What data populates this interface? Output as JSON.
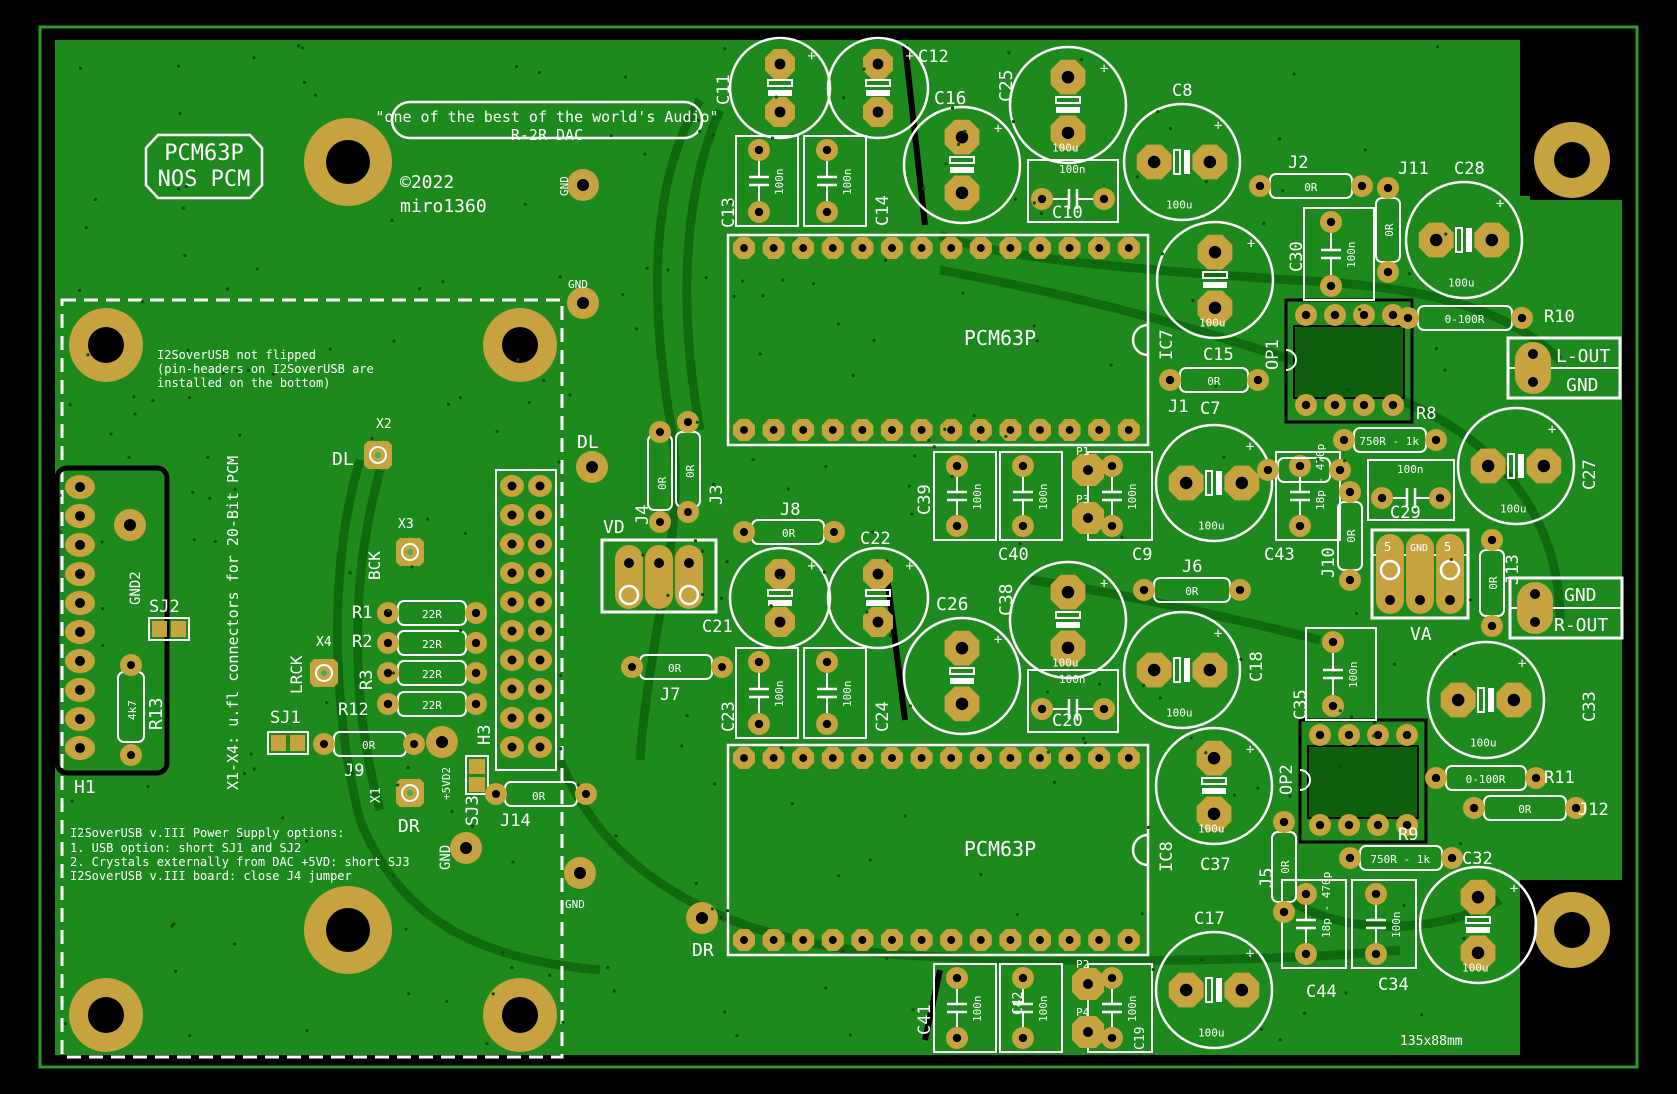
{
  "colors": {
    "background": "#000000",
    "board": "#1e8a1e",
    "board_dark": "#0d5e0d",
    "trace": "#0f6a0f",
    "copper": "#c7a340",
    "copper_edge": "#8a6a1a",
    "silkscreen": "#ffffff",
    "outline": "#2a9a2a"
  },
  "board": {
    "title_line1": "PCM63P",
    "title_line2": "NOS PCM",
    "slogan_line1": "\"one of the best of the world's Audio\"",
    "slogan_line2": "R-2R DAC",
    "copyright": "©2022",
    "author": "miro1360",
    "size": "135x88mm"
  },
  "notes": {
    "flip_line1": "I2SoverUSB not flipped",
    "flip_line2": "(pin-headers on I2SoverUSB are",
    "flip_line3": "installed on the bottom)",
    "ufl_note": "X1-X4: u.fl connectors for 20-Bit PCM",
    "power_line1": "I2SoverUSB v.III Power Supply options:",
    "power_line2": "1. USB option: short SJ1 and SJ2",
    "power_line3": "2. Crystals externally from DAC +5VD: short SJ3",
    "power_line4": "I2SoverUSB v.III board: close J4 jumper"
  },
  "ics": [
    {
      "ref": "IC7",
      "part": "PCM63P"
    },
    {
      "ref": "IC8",
      "part": "PCM63P"
    },
    {
      "ref": "OP1",
      "part": ""
    },
    {
      "ref": "OP2",
      "part": ""
    }
  ],
  "capacitors": [
    {
      "ref": "C11",
      "value": ""
    },
    {
      "ref": "C12",
      "value": ""
    },
    {
      "ref": "C16",
      "value": ""
    },
    {
      "ref": "C25",
      "value": "100u"
    },
    {
      "ref": "C8",
      "value": "100u"
    },
    {
      "ref": "C13",
      "value": "100n"
    },
    {
      "ref": "C14",
      "value": "100n"
    },
    {
      "ref": "C10",
      "value": "100n"
    },
    {
      "ref": "C15",
      "value": "100u"
    },
    {
      "ref": "C30",
      "value": "100n"
    },
    {
      "ref": "C28",
      "value": "100u"
    },
    {
      "ref": "C7",
      "value": "100u"
    },
    {
      "ref": "C27",
      "value": "100u"
    },
    {
      "ref": "C29",
      "value": "100n"
    },
    {
      "ref": "C39",
      "value": "100n"
    },
    {
      "ref": "C40",
      "value": "100n"
    },
    {
      "ref": "C9",
      "value": "100n"
    },
    {
      "ref": "C43",
      "value": "18p - 470p"
    },
    {
      "ref": "C21",
      "value": ""
    },
    {
      "ref": "C22",
      "value": ""
    },
    {
      "ref": "C26",
      "value": ""
    },
    {
      "ref": "C38",
      "value": "100u"
    },
    {
      "ref": "C18",
      "value": "100u"
    },
    {
      "ref": "C23",
      "value": "100n"
    },
    {
      "ref": "C24",
      "value": "100n"
    },
    {
      "ref": "C20",
      "value": "100n"
    },
    {
      "ref": "C35",
      "value": "100n"
    },
    {
      "ref": "C33",
      "value": "100u"
    },
    {
      "ref": "C37",
      "value": "100u"
    },
    {
      "ref": "C32",
      "value": "100u"
    },
    {
      "ref": "C17",
      "value": "100u"
    },
    {
      "ref": "C41",
      "value": "100n"
    },
    {
      "ref": "C42",
      "value": "100n"
    },
    {
      "ref": "C19",
      "value": "100n"
    },
    {
      "ref": "C44",
      "value": "18p - 470p"
    },
    {
      "ref": "C34",
      "value": "100n"
    }
  ],
  "resistors": [
    {
      "ref": "R1",
      "value": "22R"
    },
    {
      "ref": "R2",
      "value": "22R"
    },
    {
      "ref": "R3",
      "value": "22R"
    },
    {
      "ref": "R12",
      "value": "22R"
    },
    {
      "ref": "R13",
      "value": "4k7"
    },
    {
      "ref": "R10",
      "value": "0-100R"
    },
    {
      "ref": "R11",
      "value": "0-100R"
    },
    {
      "ref": "R8",
      "value": "750R - 1k"
    },
    {
      "ref": "R9",
      "value": "750R - 1k"
    }
  ],
  "jumpers": [
    {
      "ref": "J1",
      "value": "0R"
    },
    {
      "ref": "J2",
      "value": "0R"
    },
    {
      "ref": "J3",
      "value": "0R"
    },
    {
      "ref": "J4",
      "value": "0R"
    },
    {
      "ref": "J5",
      "value": "0R"
    },
    {
      "ref": "J6",
      "value": "0R"
    },
    {
      "ref": "J7",
      "value": "0R"
    },
    {
      "ref": "J8",
      "value": "0R"
    },
    {
      "ref": "J9",
      "value": "0R"
    },
    {
      "ref": "J10",
      "value": "0R"
    },
    {
      "ref": "J11",
      "value": "0R"
    },
    {
      "ref": "J12",
      "value": "0R"
    },
    {
      "ref": "J13",
      "value": "0R"
    },
    {
      "ref": "J14",
      "value": "0R"
    }
  ],
  "connectors": {
    "l_out": "L-OUT",
    "r_out": "R-OUT",
    "gnd": "GND",
    "vd": "VD",
    "va": "VA",
    "dl": "DL",
    "dr": "DR",
    "bck": "BCK",
    "lrck": "LRCK",
    "plus5vd2": "+5VD2",
    "h1": "H1",
    "h3": "H3",
    "gnd2": "GND2",
    "x1": "X1",
    "x2": "X2",
    "x3": "X3",
    "x4": "X4",
    "sj1": "SJ1",
    "sj2": "SJ2",
    "sj3": "SJ3",
    "p1": "P1",
    "p2": "P2",
    "p3": "P3",
    "p4": "P4",
    "pin5": "5",
    "pin_gnd": "GND"
  }
}
